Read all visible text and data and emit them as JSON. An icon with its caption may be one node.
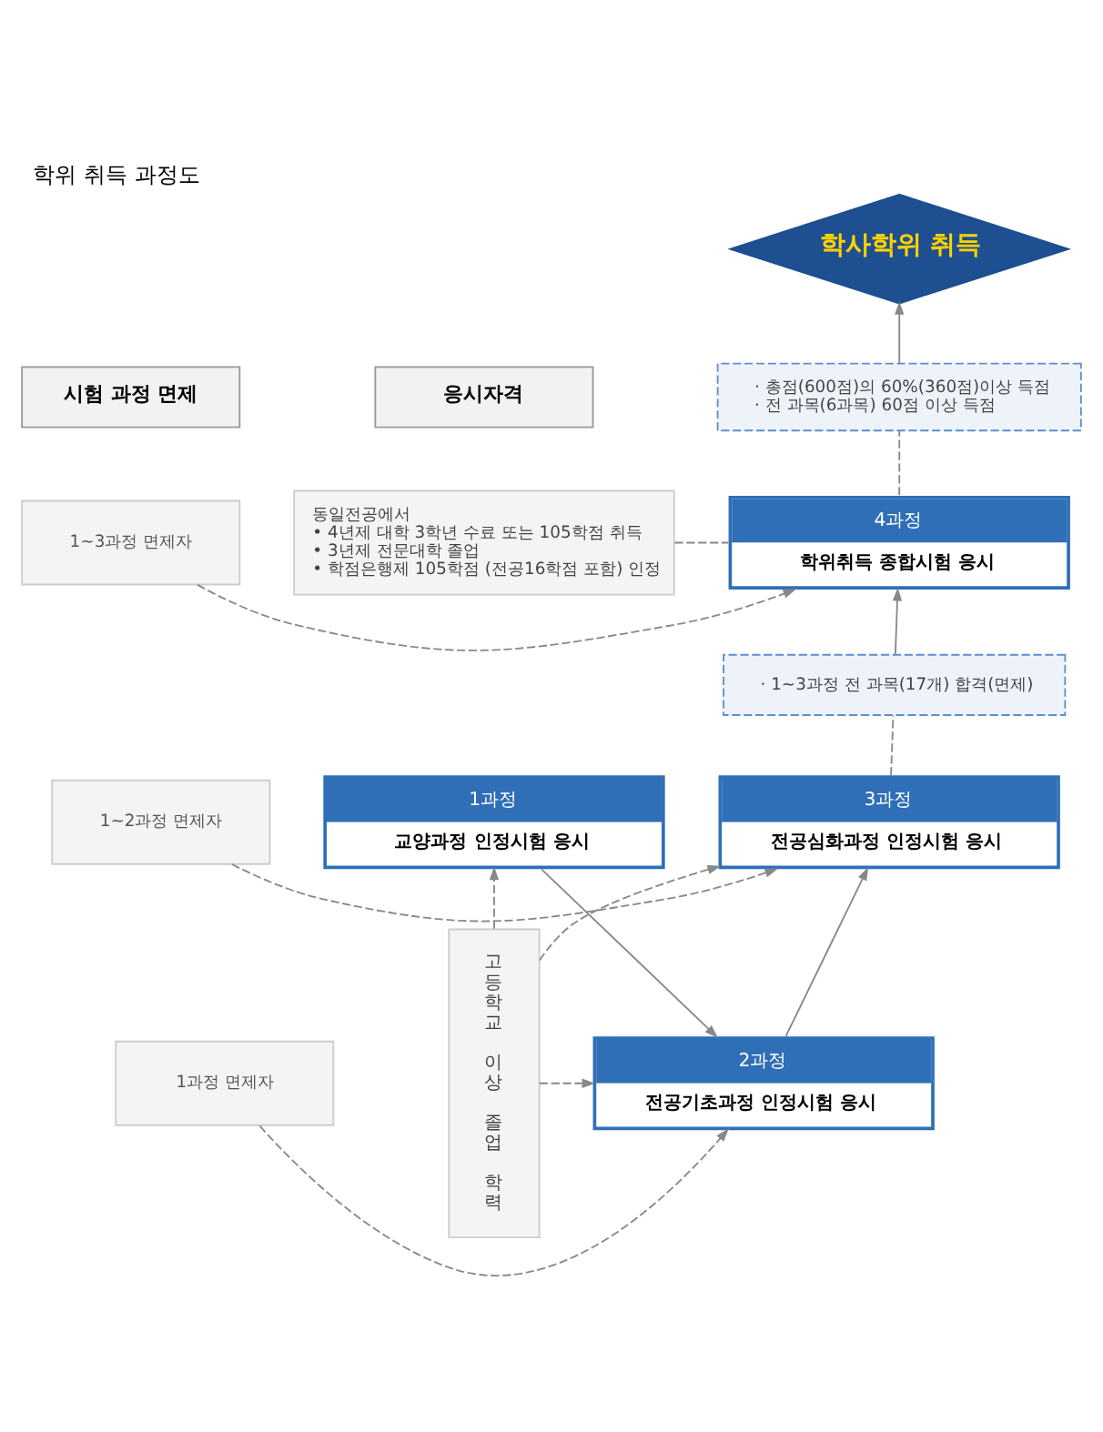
{
  "diagram": {
    "title": "학위 취득 과정도",
    "nodes": [
      {
        "text": [
          "학사학위 취득"
        ]
      },
      {
        "text": [
          "· 총점(600점)의 60%(360점)이상 득점",
          "· 전 과목(6과목) 60점 이상 득점"
        ]
      },
      {
        "text": [
          "시험 과정 면제"
        ]
      },
      {
        "text": [
          "응시자격"
        ]
      },
      {
        "text": [
          "1~3과정 면제자"
        ]
      },
      {
        "text": [
          "4과정",
          "학위취득 종합시험 응시"
        ]
      },
      {
        "text": [
          "동일전공에서",
          "• 4년제 대학 3학년 수료 또는 105학점 취득",
          "• 3년제 전문대학 졸업",
          "• 학점은행제 105학점 (전공16학점 포함) 인정"
        ]
      },
      {
        "text": [
          "· 1~3과정 전 과목(17개) 합격(면제)"
        ]
      },
      {
        "text": [
          "1~2과정 면제자"
        ]
      },
      {
        "text": [
          "3과정",
          "전공심화과정 인정시험 응시"
        ]
      },
      {
        "text": [
          "고등학교 이상 졸업 학력"
        ]
      },
      {
        "text": [
          "1과정 면제자"
        ]
      },
      {
        "text": [
          "2과정",
          "전공기초과정 인정시험 응시"
        ]
      },
      {
        "text": [
          "1과정",
          "교양과정 인정시험 응시"
        ]
      }
    ],
    "edges": [
      {
        "from": 5,
        "to": 1,
        "arrow": "none",
        "style": "dashed"
      },
      {
        "from": 1,
        "to": 0,
        "arrow": "to"
      },
      {
        "from": 4,
        "to": 5,
        "arrow": "to",
        "style": "dashed"
      },
      {
        "from": 6,
        "to": 5,
        "arrow": "none",
        "style": "dashed"
      },
      {
        "from": 9,
        "to": 7,
        "arrow": "none",
        "style": "dashed"
      },
      {
        "from": 7,
        "to": 5,
        "arrow": "to"
      },
      {
        "from": 8,
        "to": 9,
        "arrow": "to",
        "style": "dashed"
      },
      {
        "from": 10,
        "to": 9,
        "arrow": "to",
        "style": "dashed"
      },
      {
        "from": 12,
        "to": 9,
        "arrow": "to"
      },
      {
        "from": 11,
        "to": 12,
        "arrow": "to",
        "style": "dashed"
      },
      {
        "from": 10,
        "to": 12,
        "arrow": "to",
        "style": "dashed"
      },
      {
        "from": 13,
        "to": 12,
        "arrow": "to"
      },
      {
        "from": 10,
        "to": 13,
        "arrow": "to",
        "style": "dashed"
      }
    ]
  }
}
